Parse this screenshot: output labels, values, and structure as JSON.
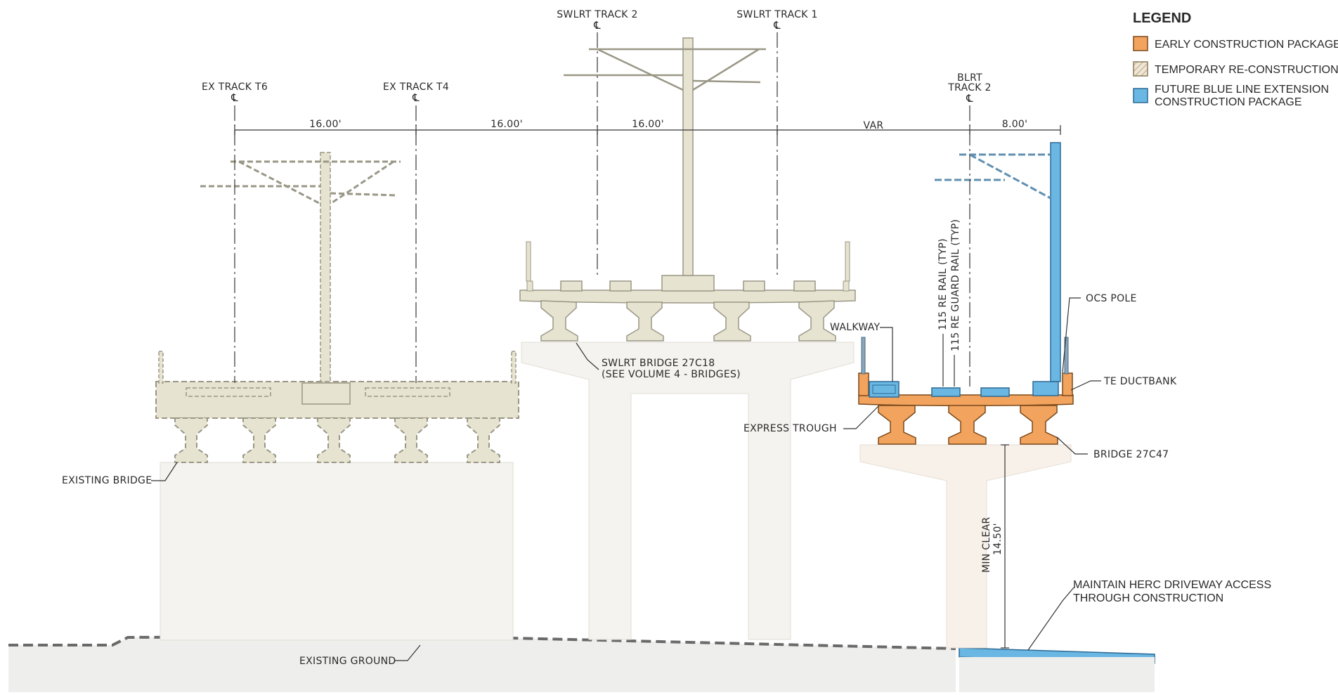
{
  "colors": {
    "early": "#f2a35e",
    "early_stroke": "#7a4a1c",
    "temporary": "#d9cdb7",
    "future": "#6ab7e3",
    "future_stroke": "#2c6a94",
    "existing_struct": "#e6e3d0",
    "existing_stroke": "#9a9786",
    "ghost": "#f4f3ef",
    "ground": "#eeeeec"
  },
  "legend": {
    "title": "LEGEND",
    "items": [
      {
        "label": "EARLY CONSTRUCTION PACKAGE",
        "swatch": "early"
      },
      {
        "label": "TEMPORARY RE-CONSTRUCTION",
        "swatch": "temporary"
      },
      {
        "label_line1": "FUTURE BLUE LINE EXTENSION",
        "label_line2": "CONSTRUCTION PACKAGE",
        "swatch": "future"
      }
    ]
  },
  "centerlines": [
    {
      "line1": "EX TRACK T6",
      "symbol": "℄"
    },
    {
      "line1": "EX TRACK T4",
      "symbol": "℄"
    },
    {
      "line1": "SWLRT TRACK 2",
      "symbol": "℄"
    },
    {
      "line1": "SWLRT TRACK 1",
      "symbol": "℄"
    },
    {
      "line1": "BLRT",
      "line2": "TRACK 2",
      "symbol": "℄"
    }
  ],
  "dimensions": [
    "16.00'",
    "16.00'",
    "16.00'",
    "VAR",
    "8.00'"
  ],
  "labels": {
    "existing_bridge": "EXISTING BRIDGE",
    "existing_ground": "EXISTING GROUND",
    "swlrt_bridge_line1": "SWLRT BRIDGE 27C18",
    "swlrt_bridge_line2": "(SEE VOLUME 4 - BRIDGES)",
    "walkway": "WALKWAY",
    "rail": "115 RE RAIL (TYP)",
    "guard_rail": "115 RE GUARD RAIL (TYP)",
    "ocs_pole": "OCS POLE",
    "te_ductbank": "TE DUCTBANK",
    "express_trough": "EXPRESS TROUGH",
    "bridge_27c47": "BRIDGE 27C47",
    "min_clear": "MIN CLEAR",
    "min_clear_value": "14.50'",
    "herc_line1": "MAINTAIN HERC DRIVEWAY ACCESS",
    "herc_line2": "THROUGH CONSTRUCTION"
  }
}
